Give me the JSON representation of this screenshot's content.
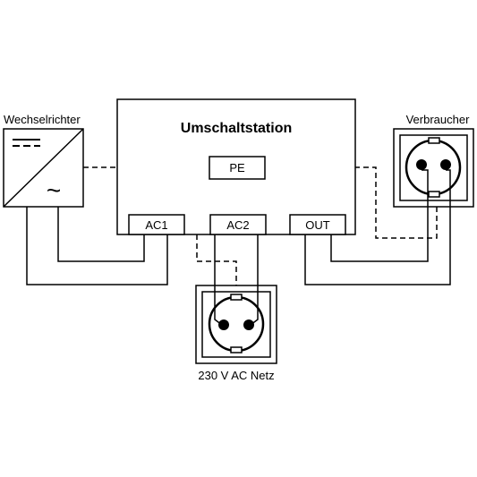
{
  "diagram": {
    "inverter_label": "Wechselrichter",
    "station_title": "Umschaltstation",
    "consumer_label": "Verbraucher",
    "grid_label": "230 V AC Netz",
    "terminals": {
      "pe": "PE",
      "ac1": "AC1",
      "ac2": "AC2",
      "out": "OUT"
    },
    "inverter_ac_symbol": "~"
  }
}
